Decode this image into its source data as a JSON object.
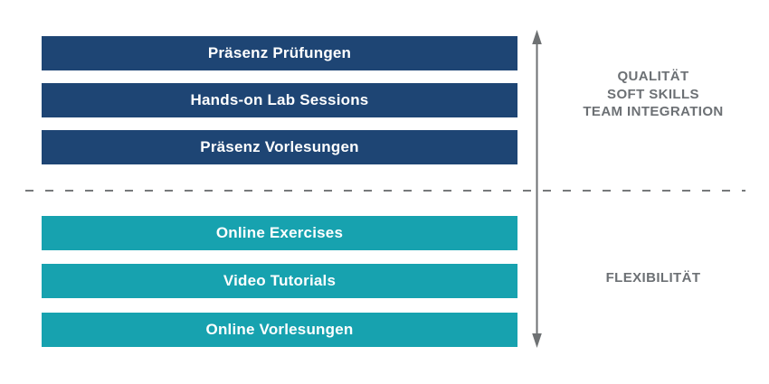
{
  "colors": {
    "presence_bar": "#1E4574",
    "online_bar": "#17A2AF",
    "label_gray": "#6C7074",
    "arrow_gray": "#6E7173",
    "line_gray": "#77797B",
    "bar_text": "#FFFFFF"
  },
  "presence_group": {
    "bars": [
      {
        "label": "Präsenz Prüfungen"
      },
      {
        "label": "Hands-on Lab Sessions"
      },
      {
        "label": "Präsenz Vorlesungen"
      }
    ]
  },
  "online_group": {
    "bars": [
      {
        "label": "Online Exercises"
      },
      {
        "label": "Video Tutorials"
      },
      {
        "label": "Online Vorlesungen"
      }
    ]
  },
  "right_labels": {
    "top": {
      "lines": [
        "QUALITÄT",
        "SOFT SKILLS",
        "TEAM INTEGRATION"
      ]
    },
    "bottom": {
      "lines": [
        "FLEXIBILITÄT"
      ]
    }
  }
}
